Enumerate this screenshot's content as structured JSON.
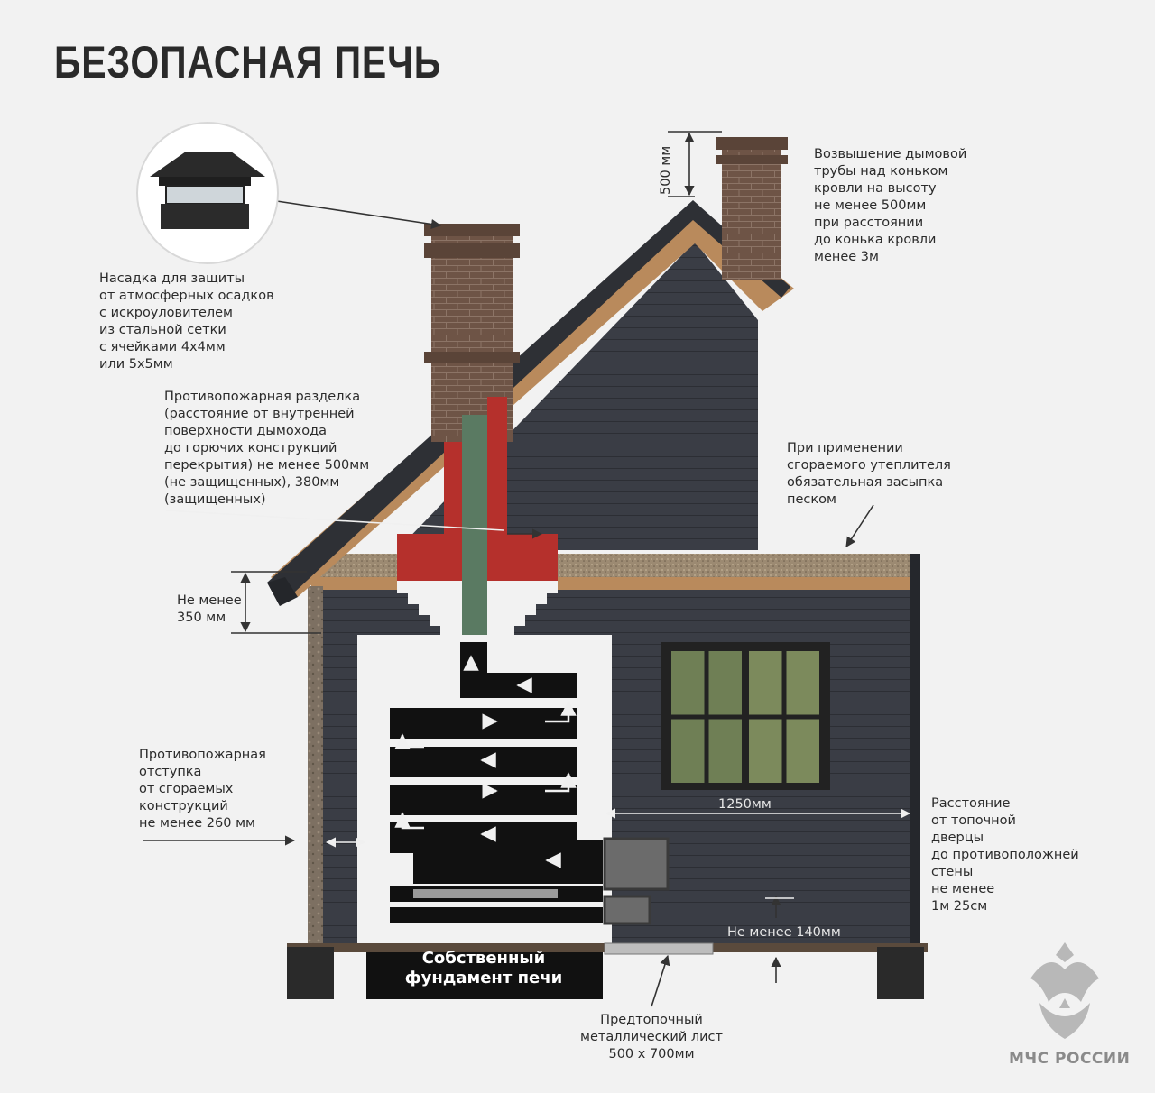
{
  "title": "БЕЗОПАСНАЯ ПЕЧЬ",
  "annotations": {
    "cap": "Насадка для защиты\nот атмосферных осадков\nс искроуловителем\nиз стальной сетки\nс ячейками 4х4мм\nили 5х5мм",
    "chimney_height": "Возвышение дымовой\nтрубы над коньком\nкровли на высоту\nне менее 500мм\nпри расстоянии\nдо конька кровли\nменее 3м",
    "fire_cut": "Противопожарная разделка\n(расстояние от внутренней\nповерхности дымохода\nдо горючих конструкций\nперекрытия) не менее 500мм\n(не защищенных), 380мм\n(защищенных)",
    "insulation": "При применении\nсгораемого утеплителя\nобязательная засыпка\nпеском",
    "ceiling_gap": "Не менее\n350 мм",
    "fire_offset": "Противопожарная\nотступка\nот сгораемых\nконструкций\nне менее 260 мм",
    "door_distance": "Расстояние\nот топочной\nдверцы\nдо противоположней\nстены\nне менее\n1м 25см",
    "pre_furnace_sheet": "Предтопочный\nметаллический лист\n500 х 700мм",
    "foundation": "Собственный\nфундамент печи"
  },
  "dimensions": {
    "chimney_above_ridge": "500 мм",
    "door_to_wall": "1250мм",
    "floor_gap": "Не менее 140мм"
  },
  "brand": "МЧС РОССИИ",
  "colors": {
    "wall": "#3a3d45",
    "brick": "#6e5446",
    "firecut": "#b5302c",
    "flue": "#5a7a62",
    "wood": "#b98a5c"
  }
}
